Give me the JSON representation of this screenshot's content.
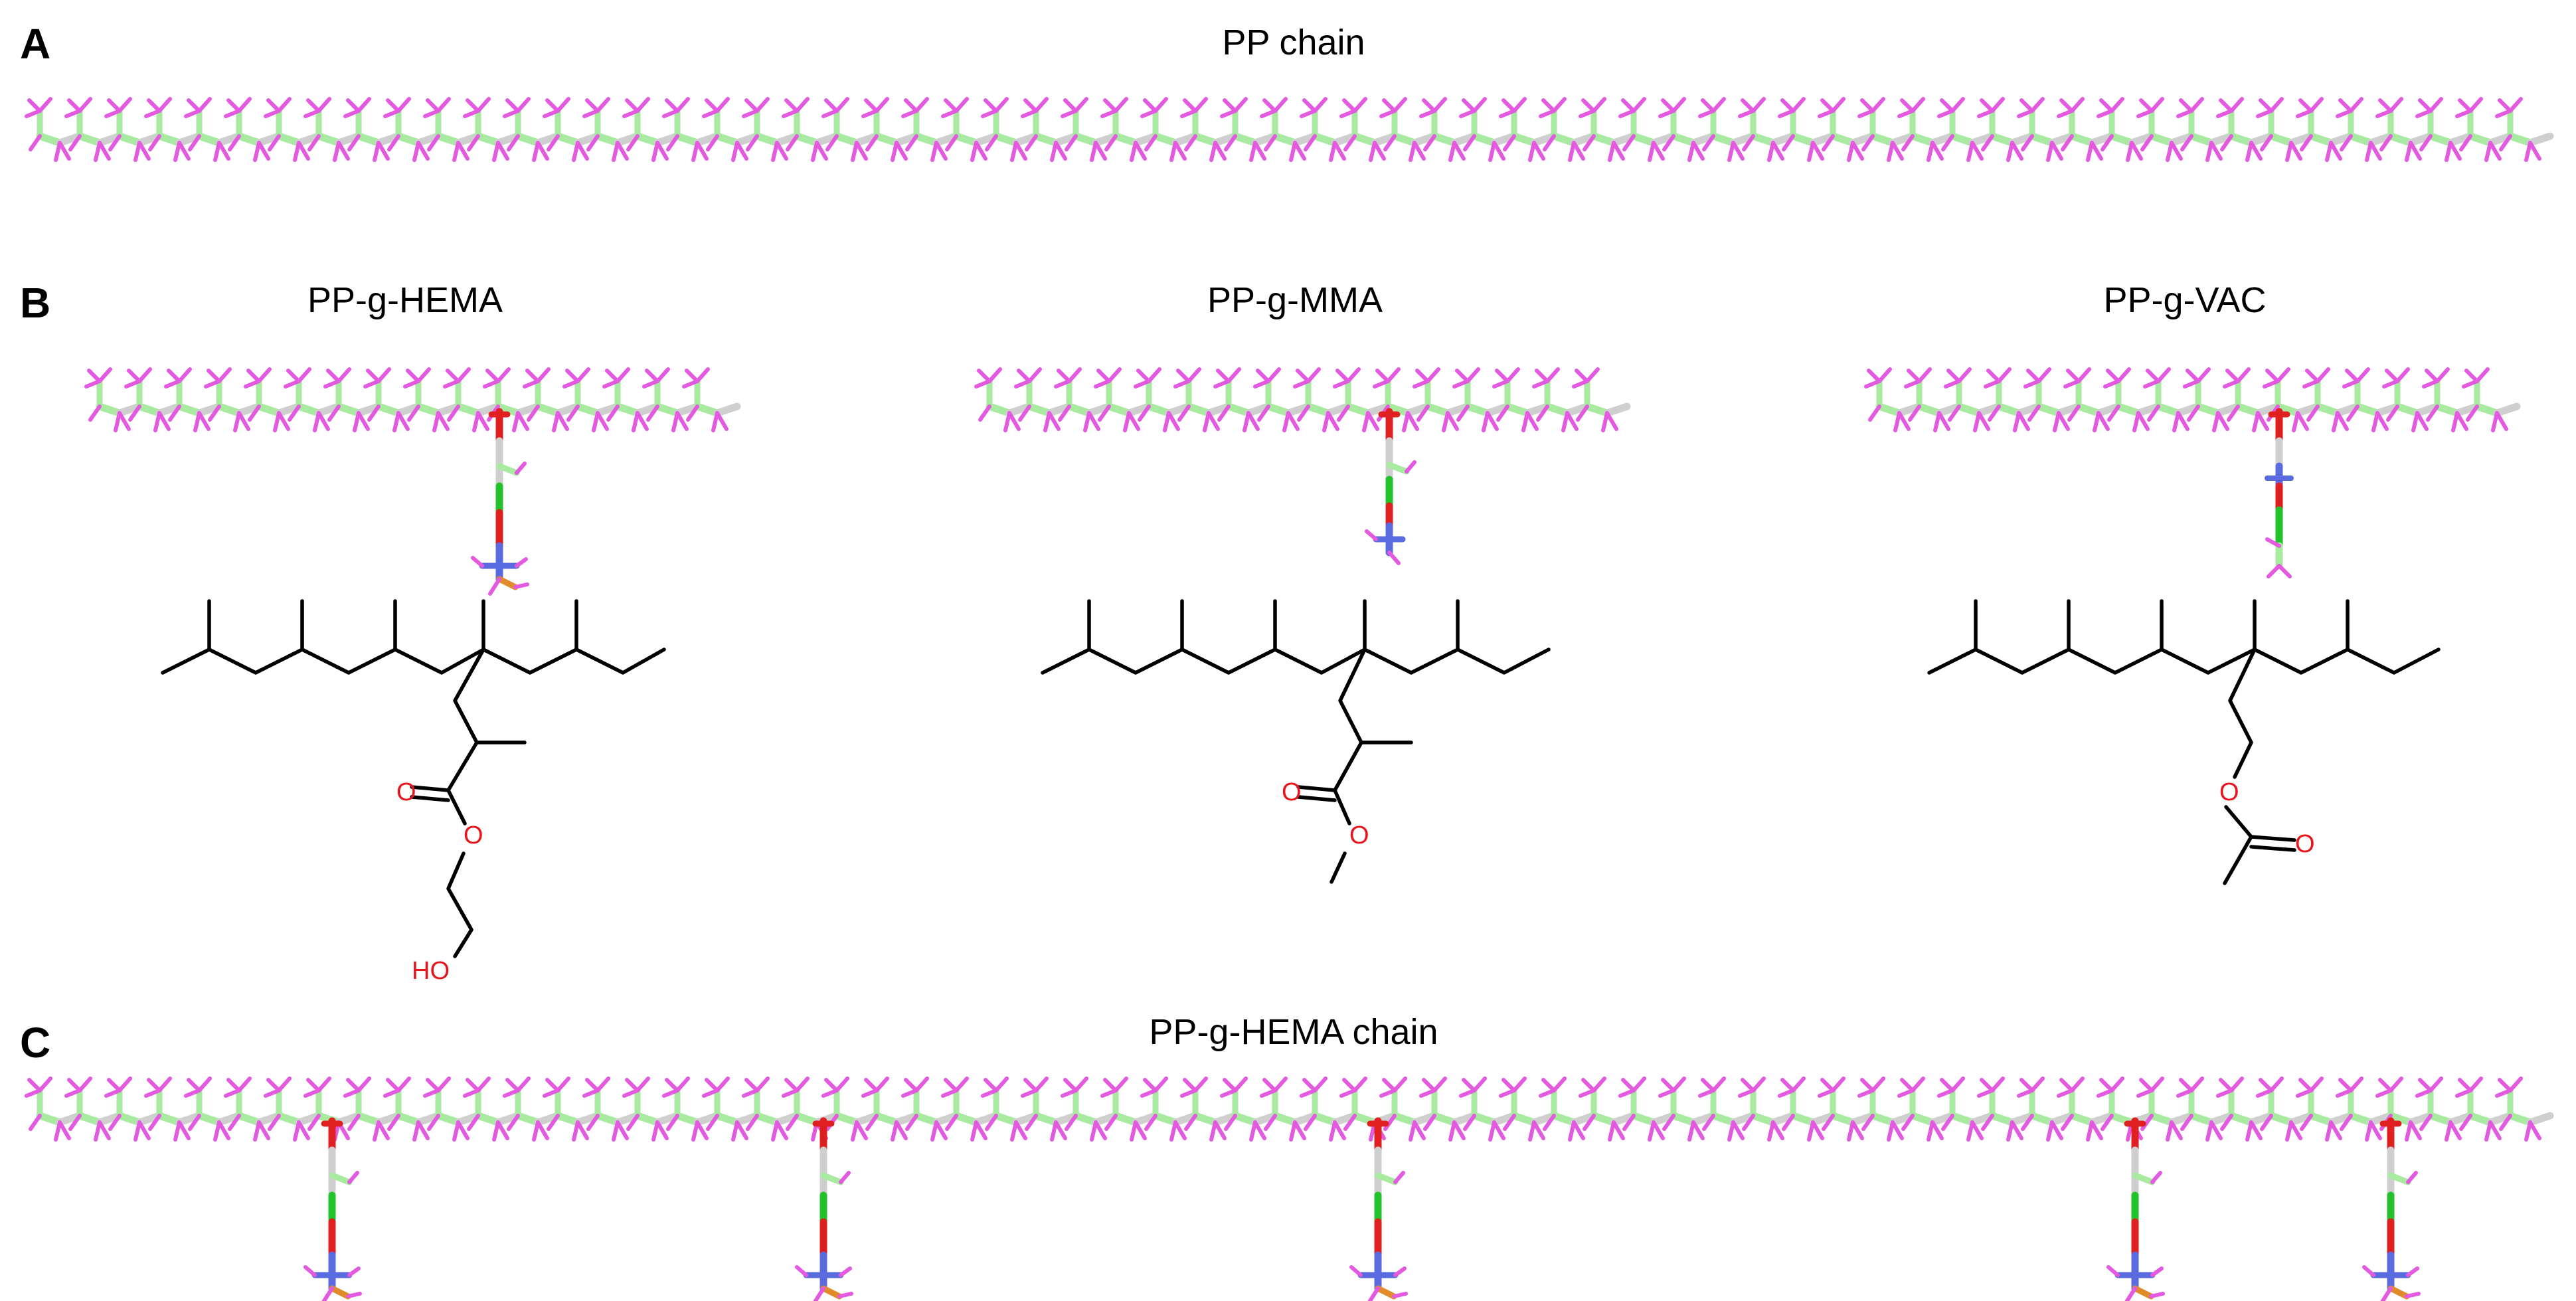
{
  "panels": {
    "a": {
      "letter": "A",
      "title": "PP chain"
    },
    "b": {
      "letter": "B",
      "hema": {
        "title": "PP-g-HEMA",
        "carbonyl_o": "O",
        "ester_o": "O",
        "hydroxyl": "HO"
      },
      "mma": {
        "title": "PP-g-MMA",
        "carbonyl_o": "O",
        "ester_o": "O"
      },
      "vac": {
        "title": "PP-g-VAC",
        "ester_o": "O",
        "carbonyl_o": "O"
      }
    },
    "c": {
      "letter": "C",
      "title": "PP-g-HEMA chain"
    }
  },
  "colors": {
    "carbon_light": "#a8eaa0",
    "carbon_grey": "#cfcfcf",
    "hydrogen": "#e35ae0",
    "oxygen": "#e02020",
    "nitrogen_like": "#5a6be0",
    "graft_green": "#22c22a",
    "tip_orange": "#e08a2a",
    "bond_black": "#000000",
    "heteroatom_label": "#e8141c"
  },
  "icons": {
    "backbone": "polypropylene-backbone-stick-model",
    "graft": "grafted-side-chain-stick-model"
  }
}
